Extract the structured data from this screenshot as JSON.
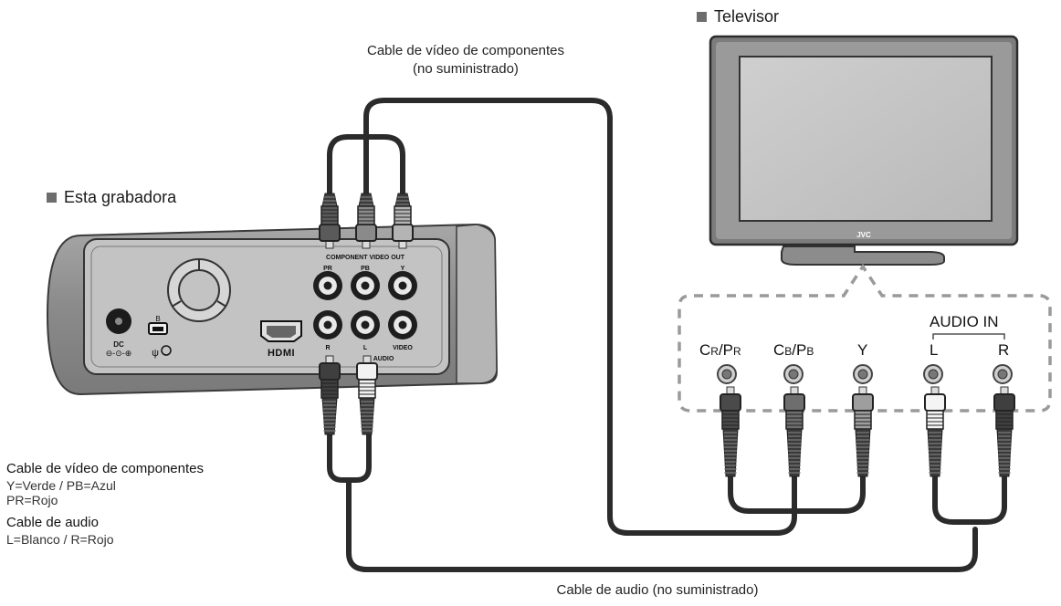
{
  "labels": {
    "tv": "Televisor",
    "recorder": "Esta grabadora",
    "component_cable_line1": "Cable de vídeo de componentes",
    "component_cable_line2": "(no suministrado)",
    "audio_cable": "Cable de audio (no suministrado)"
  },
  "legend": {
    "component_title": "Cable de vídeo de componentes",
    "component_line1": "Y=Verde / PB=Azul",
    "component_line2": "PR=Rojo",
    "audio_title": "Cable de audio",
    "audio_line1": "L=Blanco / R=Rojo"
  },
  "tv_ports": {
    "audio_in": "AUDIO IN",
    "cr": "C",
    "cr_sub": "R",
    "cr_sep": "/P",
    "cr_sub2": "R",
    "cb": "C",
    "cb_sub": "B",
    "cb_sep": "/P",
    "cb_sub2": "B",
    "y": "Y",
    "l": "L",
    "r": "R",
    "brand": "JVC"
  },
  "recorder_panel": {
    "component_video": "COMPONENT VIDEO OUT",
    "pr": "PR",
    "pb": "PB",
    "y": "Y",
    "audio_r": "R",
    "audio_l": "L",
    "audio": "AUDIO",
    "video": "VIDEO",
    "hdmi": "HDMI",
    "dc": "DC",
    "usb": "B"
  },
  "colors": {
    "body": "#8f8f8f",
    "panel": "#b9b9b9",
    "cable": "#2b2b2b",
    "dashed": "#9a9a9a"
  }
}
